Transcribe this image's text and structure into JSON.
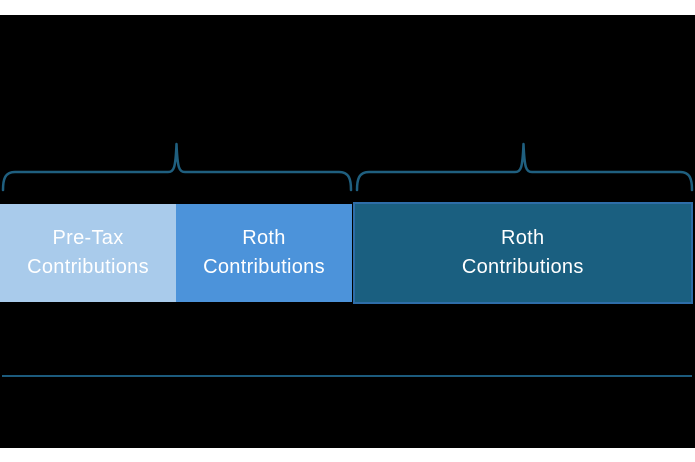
{
  "page": {
    "background": "#000000",
    "top_strip_color": "#ffffff",
    "bottom_strip_color": "#ffffff"
  },
  "colors": {
    "brace": "#1f5f7f",
    "divider": "#1c5b7d",
    "bar_pretax_fill": "#a9cbeb",
    "bar_roth_small_fill": "#4c93da",
    "bar_roth_large_fill": "#1a5f80",
    "bar_roth_large_border": "#2e6da8",
    "bar_text": "#ffffff"
  },
  "diagram": {
    "bars": [
      {
        "id": "pretax",
        "line1": "Pre-Tax",
        "line2": "Contributions"
      },
      {
        "id": "roth-small",
        "line1": "Roth",
        "line2": "Contributions"
      },
      {
        "id": "roth-large",
        "line1": "Roth",
        "line2": "Contributions"
      }
    ]
  }
}
